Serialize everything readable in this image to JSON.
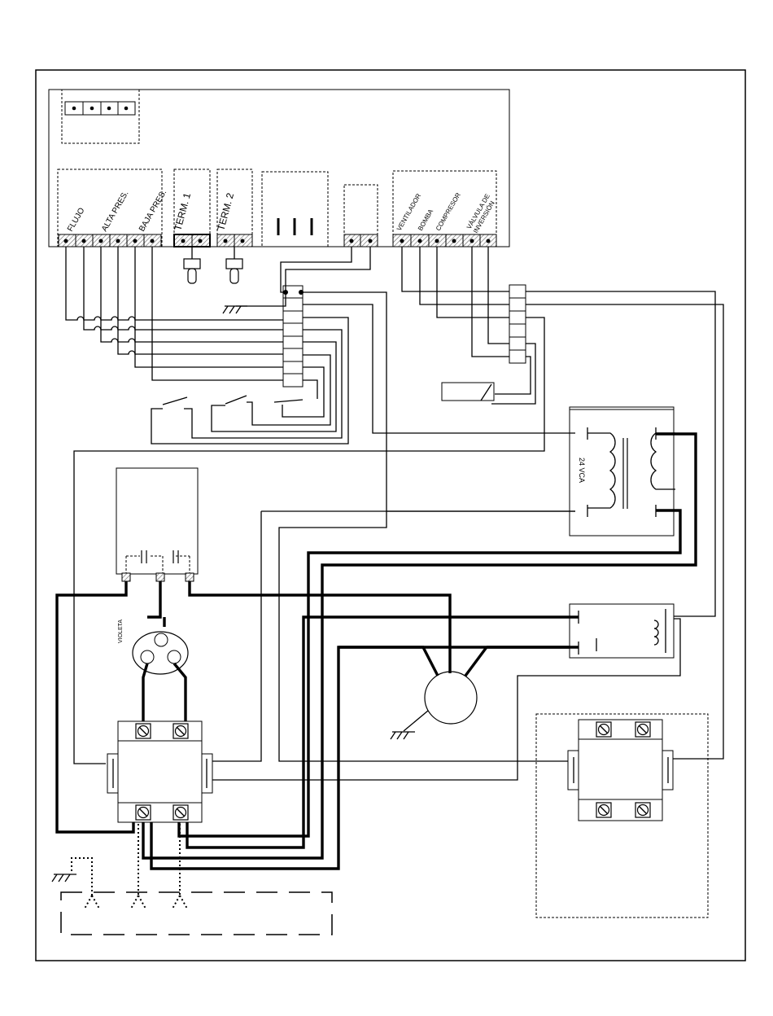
{
  "labels": {
    "flujo": "FLUJO",
    "alta_pres": "ALTA PRES.",
    "baja_pres": "BAJA PRES.",
    "term1": "TERM. 1",
    "term2": "TERM. 2",
    "ventilador": "VENTILADOR",
    "bomba": "BOMBA",
    "compresor": "COMPRESOR",
    "valvula_1": "VÁLVULA DE",
    "valvula_2": "INVERSIÓN",
    "transformer": "24 VCA",
    "violeta": "VIOLETA"
  }
}
